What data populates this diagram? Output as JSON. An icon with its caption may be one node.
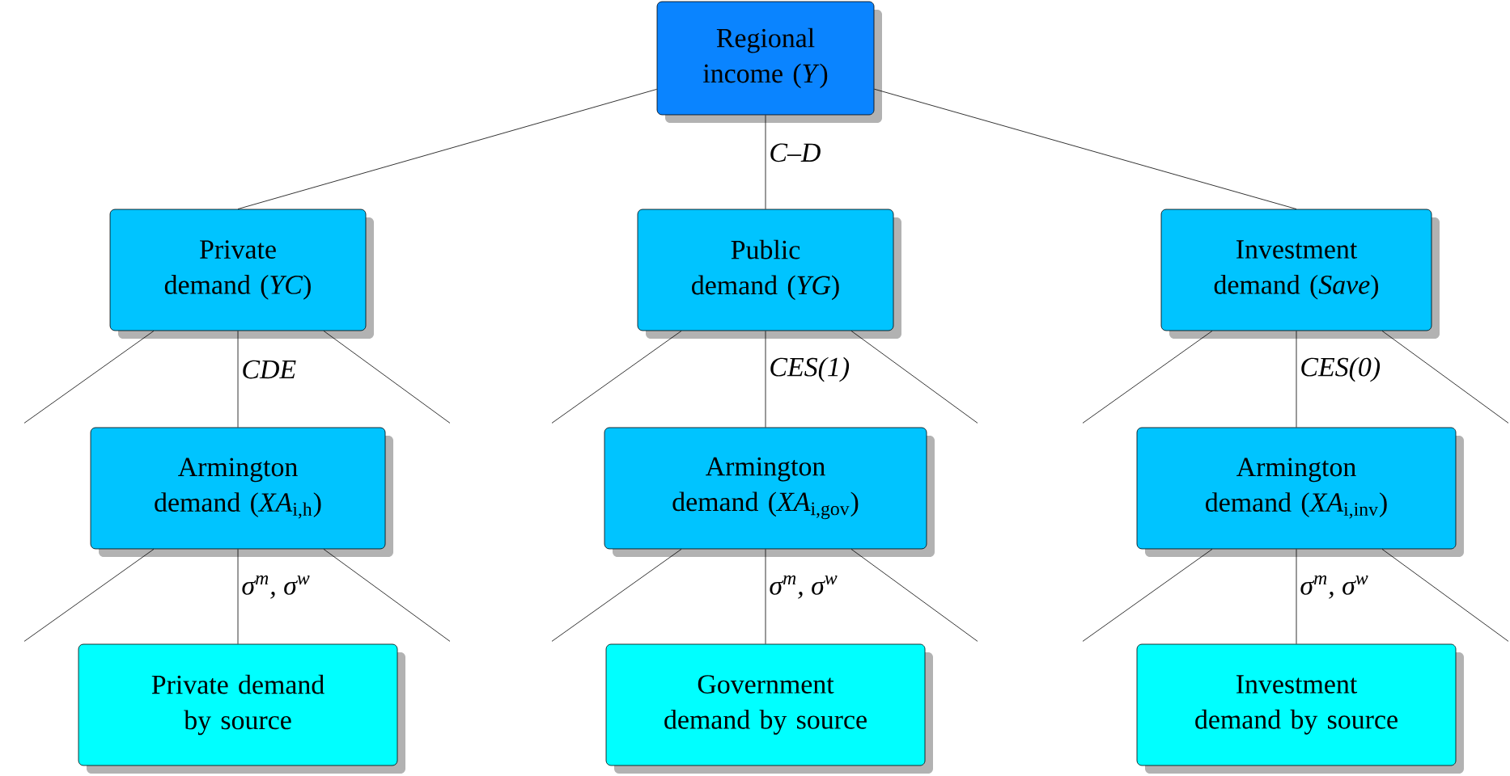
{
  "diagram": {
    "nodes": [
      {
        "text": [
          "Regional income (*Y*)"
        ]
      },
      {
        "text": [
          "Private demand (*YC*)"
        ]
      },
      {
        "text": [
          "Public demand (*YG*)"
        ]
      },
      {
        "text": [
          "Investment demand (*Save*)"
        ]
      },
      {
        "text": [
          "Armington demand (*XA*$_{i,h}$)"
        ]
      },
      {
        "text": [
          "Armington demand (*XA*$_{i,gov}$)"
        ]
      },
      {
        "text": [
          "Armington demand (*XA*$_{i,inv}$)"
        ]
      },
      {
        "text": [
          "Private demand by source"
        ]
      },
      {
        "text": [
          "Government demand by source"
        ]
      },
      {
        "text": [
          "Investment demand by source"
        ]
      }
    ],
    "edges": [
      {
        "from": 0,
        "to": 1,
        "arrow": "none"
      },
      {
        "from": 0,
        "to": 2,
        "arrow": "none",
        "label": "C–D"
      },
      {
        "from": 0,
        "to": 3,
        "arrow": "none"
      },
      {
        "from": 1,
        "to": null,
        "arrow": "none"
      },
      {
        "from": 1,
        "to": 4,
        "arrow": "none",
        "label": "CDE"
      },
      {
        "from": 1,
        "to": null,
        "arrow": "none"
      },
      {
        "from": 2,
        "to": null,
        "arrow": "none"
      },
      {
        "from": 2,
        "to": 5,
        "arrow": "none",
        "label": "CES(1)"
      },
      {
        "from": 2,
        "to": null,
        "arrow": "none"
      },
      {
        "from": 3,
        "to": null,
        "arrow": "none"
      },
      {
        "from": 3,
        "to": 6,
        "arrow": "none",
        "label": "CES(0)"
      },
      {
        "from": 3,
        "to": null,
        "arrow": "none"
      },
      {
        "from": 4,
        "to": null,
        "arrow": "none"
      },
      {
        "from": 4,
        "to": 7,
        "arrow": "none",
        "label": "σ$^{m}$, σ$^{w}$"
      },
      {
        "from": 4,
        "to": null,
        "arrow": "none"
      },
      {
        "from": 5,
        "to": null,
        "arrow": "none"
      },
      {
        "from": 5,
        "to": 8,
        "arrow": "none",
        "label": "σ$^{m}$, σ$^{w}$"
      },
      {
        "from": 5,
        "to": null,
        "arrow": "none"
      },
      {
        "from": 6,
        "to": null,
        "arrow": "none"
      },
      {
        "from": 6,
        "to": 9,
        "arrow": "none",
        "label": "σ$^{m}$, σ$^{w}$"
      },
      {
        "from": 6,
        "to": null,
        "arrow": "none"
      }
    ]
  }
}
